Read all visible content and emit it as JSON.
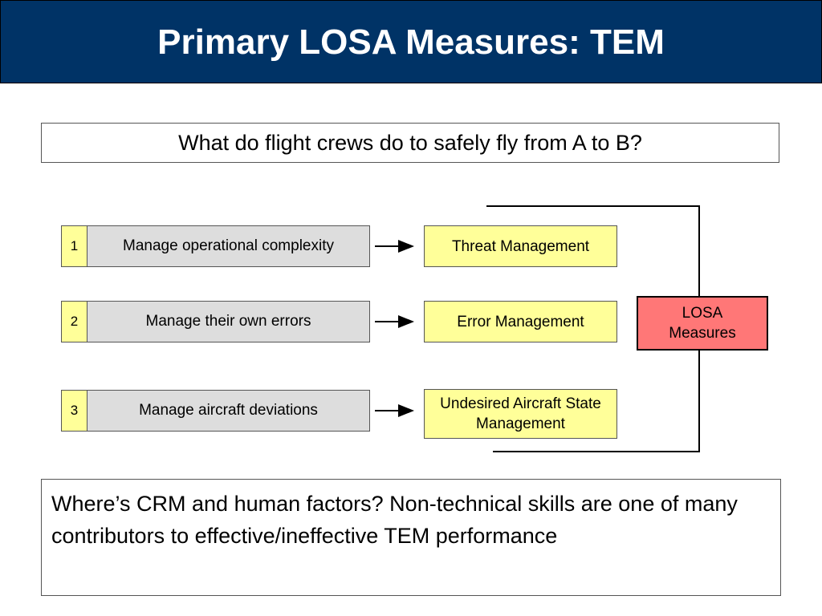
{
  "title": "Primary LOSA Measures: TEM",
  "question": "What do flight crews do to safely fly from A to B?",
  "rows": [
    {
      "number": "1",
      "task": "Manage operational complexity",
      "measure": "Threat Management"
    },
    {
      "number": "2",
      "task": "Manage their own errors",
      "measure": "Error Management"
    },
    {
      "number": "3",
      "task": "Manage aircraft deviations",
      "measure": "Undesired Aircraft State Management"
    }
  ],
  "losa_label": "LOSA Measures",
  "footer_text": "Where’s CRM and human factors? Non-technical skills are one of many contributors to effective/ineffective TEM performance",
  "colors": {
    "title_bar": "#003366",
    "number_fill": "#ffff99",
    "task_fill": "#dddddd",
    "measure_fill": "#ffff99",
    "losa_fill": "#ff7777"
  }
}
